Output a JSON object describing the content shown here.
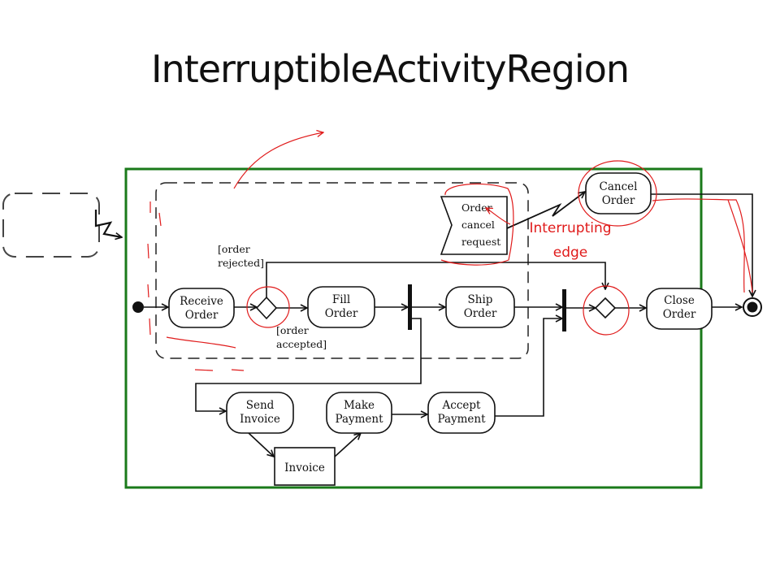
{
  "slide": {
    "title": "InterruptibleActivityRegion"
  },
  "diagram": {
    "actions": {
      "receive_order": [
        "Receive",
        "Order"
      ],
      "fill_order": [
        "Fill",
        "Order"
      ],
      "ship_order": [
        "Ship",
        "Order"
      ],
      "close_order": [
        "Close",
        "Order"
      ],
      "cancel_order": [
        "Cancel",
        "Order"
      ],
      "send_invoice": [
        "Send",
        "Invoice"
      ],
      "make_payment": [
        "Make",
        "Payment"
      ],
      "accept_payment": [
        "Accept",
        "Payment"
      ]
    },
    "object_node": "Invoice",
    "signal": [
      "Order",
      "cancel",
      "request"
    ],
    "guards": {
      "rejected": [
        "[order",
        "rejected]"
      ],
      "accepted": [
        "[order",
        "accepted]"
      ]
    },
    "annotation": [
      "Interrupting",
      "edge"
    ],
    "colors": {
      "frame": "#1a7a1a",
      "annotation": "#e01b1b",
      "ink": "#111111"
    }
  }
}
